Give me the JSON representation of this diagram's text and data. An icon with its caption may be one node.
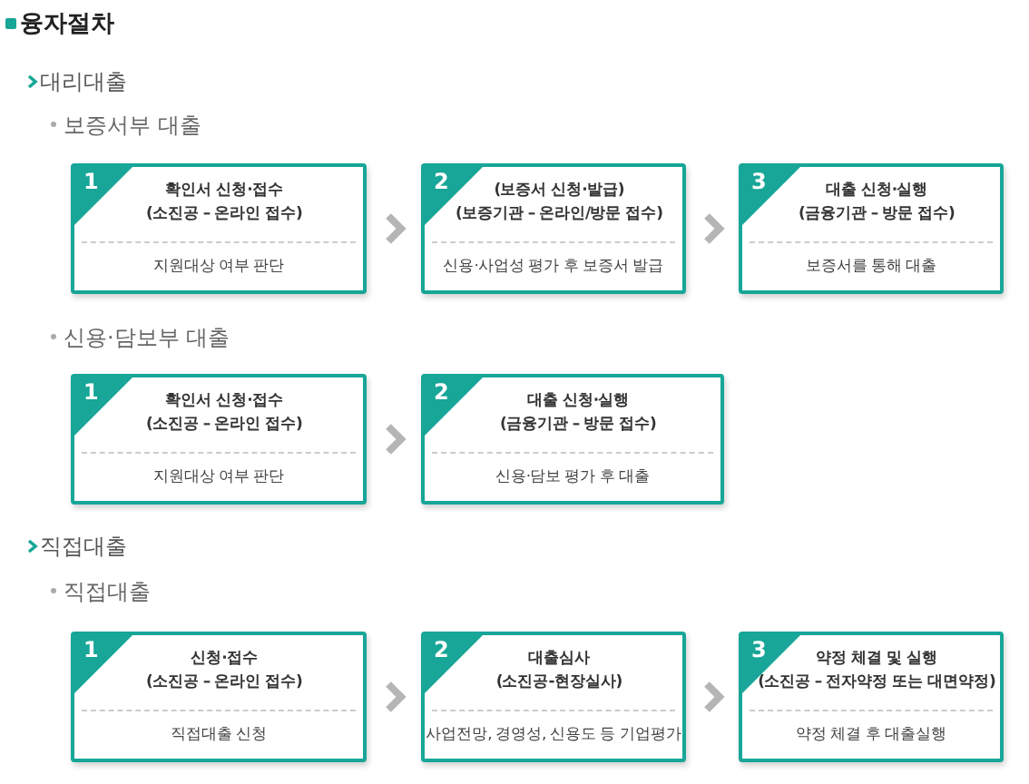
{
  "diagram": {
    "title": "융자절차",
    "nodes": [
      {
        "text": [
          "1",
          "확인서 신청·접수 (소진공 – 온라인 접수)",
          "지원대상 여부 판단"
        ]
      },
      {
        "text": [
          "2",
          "(보증서 신청·발급) (보증기관 – 온라인/방문 접수)",
          "신용·사업성 평가 후 보증서 발급"
        ]
      },
      {
        "text": [
          "3",
          "대출 신청·실행 (금융기관 – 방문 접수)",
          "보증서를 통해 대출"
        ]
      },
      {
        "text": [
          "1",
          "확인서 신청·접수 (소진공 – 온라인 접수)",
          "지원대상 여부 판단"
        ]
      },
      {
        "text": [
          "2",
          "대출 신청·실행 (금융기관 – 방문 접수)",
          "신용·담보 평가 후 대출"
        ]
      },
      {
        "text": [
          "1",
          "신청·접수 (소진공 – 온라인 접수)",
          "직접대출 신청"
        ]
      },
      {
        "text": [
          "2",
          "대출심사 (소진공-현장실사)",
          "사업전망, 경영성, 신용도 등 기업평가"
        ]
      },
      {
        "text": [
          "3",
          "약정 체결 및 실행 (소진공 – 전자약정 또는 대면약정)",
          "약정 체결 후 대출실행"
        ]
      }
    ],
    "edges": [
      {
        "from": 0,
        "to": 1,
        "arrow": "to"
      },
      {
        "from": 1,
        "to": 2,
        "arrow": "to"
      },
      {
        "from": 3,
        "to": 4,
        "arrow": "to"
      },
      {
        "from": 5,
        "to": 6,
        "arrow": "to"
      },
      {
        "from": 6,
        "to": 7,
        "arrow": "to"
      }
    ],
    "labels": [
      "대리대출",
      "보증서부 대출",
      "신용·담보부 대출",
      "직접대출",
      "직접대출"
    ]
  }
}
